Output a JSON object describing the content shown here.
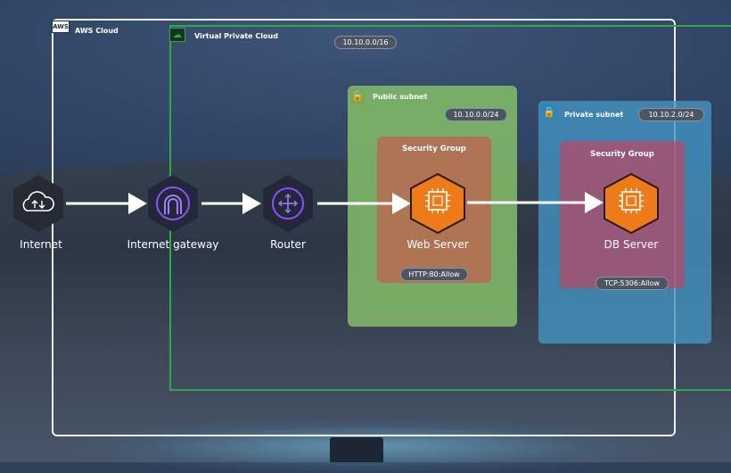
{
  "aws_cloud": {
    "label": "AWS Cloud",
    "logo_text": "AWS"
  },
  "vpc": {
    "label": "Virtual Private Cloud",
    "cidr": "10.10.0.0/16"
  },
  "public_subnet": {
    "label": "Public subnet",
    "cidr": "10.10.0.0/24"
  },
  "private_subnet": {
    "label": "Private subnet",
    "cidr": "10.10.2.0/24"
  },
  "nodes": {
    "internet": "Internet",
    "gateway": "Internet gateway",
    "router": "Router",
    "web_server": "Web Server",
    "db_server": "DB Server"
  },
  "security_groups": {
    "web": {
      "title": "Security Group",
      "rule": "HTTP:80:Allow"
    },
    "db": {
      "title": "Security Group",
      "rule": "TCP:5306:Allow"
    }
  },
  "icons": {
    "internet": "cloud-upload-download-icon",
    "gateway": "internet-gateway-icon",
    "router": "router-arrows-icon",
    "server": "ec2-chip-icon"
  },
  "colors": {
    "vpc_border": "#2fa84a",
    "public_subnet": "#7fb868",
    "private_subnet": "#4296c4",
    "ec2_orange": "#ed7b1a",
    "gateway_purple": "#8c4fff"
  }
}
